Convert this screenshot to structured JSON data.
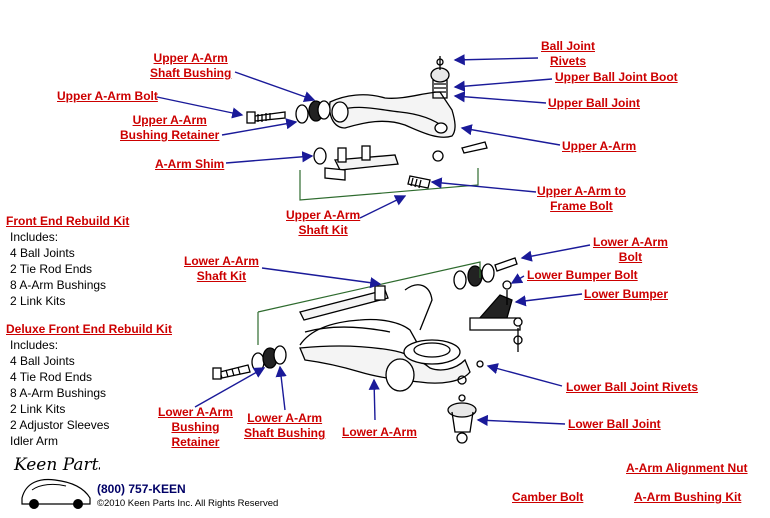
{
  "callouts": {
    "upper_shaft_bushing": [
      "Upper A-Arm",
      "Shaft Bushing"
    ],
    "upper_arm_bolt": [
      "Upper A-Arm Bolt"
    ],
    "upper_bushing_retainer": [
      "Upper A-Arm",
      "Bushing Retainer"
    ],
    "aarm_shim": [
      "A-Arm Shim"
    ],
    "upper_shaft_kit": [
      "Upper A-Arm",
      "Shaft Kit"
    ],
    "ball_joint_rivets": [
      "Ball Joint",
      "Rivets"
    ],
    "upper_ball_joint_boot": [
      "Upper Ball Joint Boot"
    ],
    "upper_ball_joint": [
      "Upper Ball Joint"
    ],
    "upper_aarm": [
      "Upper A-Arm"
    ],
    "upper_to_frame_bolt": [
      "Upper A-Arm to",
      "Frame Bolt"
    ],
    "lower_shaft_kit": [
      "Lower A-Arm",
      "Shaft Kit"
    ],
    "lower_aarm_bolt": [
      "Lower A-Arm",
      "Bolt"
    ],
    "lower_bumper_bolt": [
      "Lower Bumper Bolt"
    ],
    "lower_bumper": [
      "Lower Bumper"
    ],
    "lower_ball_joint_rivets": [
      "Lower Ball Joint Rivets"
    ],
    "lower_ball_joint": [
      "Lower Ball Joint"
    ],
    "lower_bushing_retainer": [
      "Lower A-Arm",
      "Bushing",
      "Retainer"
    ],
    "lower_shaft_bushing": [
      "Lower A-Arm",
      "Shaft Bushing"
    ],
    "lower_aarm": [
      "Lower A-Arm"
    ],
    "alignment_nut": [
      "A-Arm Alignment Nut"
    ],
    "camber_bolt": [
      "Camber Bolt"
    ],
    "bushing_kit": [
      "A-Arm Bushing Kit"
    ]
  },
  "kits": {
    "front_end": {
      "title": "Front End Rebuild Kit",
      "includes": "Includes:",
      "items": [
        "4 Ball Joints",
        "2 Tie Rod Ends",
        "8 A-Arm Bushings",
        "2 Link Kits"
      ]
    },
    "deluxe": {
      "title": "Deluxe Front End Rebuild Kit",
      "includes": "Includes:",
      "items": [
        "4 Ball Joints",
        "4 Tie Rod Ends",
        "8 A-Arm Bushings",
        "2 Link Kits",
        "2 Adjustor Sleeves",
        "Idler Arm"
      ]
    }
  },
  "footer": {
    "logo_text": "Keen Parts",
    "phone": "(800) 757-KEEN",
    "copyright": "©2010 Keen Parts Inc. All Rights Reserved"
  },
  "colors": {
    "label": "#cc0000",
    "arrow": "#1a1a99",
    "bracket": "#2e6b2e"
  }
}
